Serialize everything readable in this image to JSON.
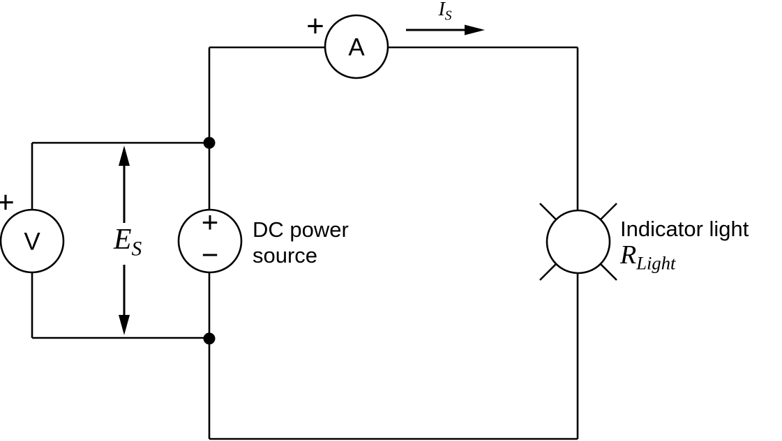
{
  "colors": {
    "line": "#000000",
    "background": "#ffffff"
  },
  "components": {
    "ammeter": {
      "letter": "A",
      "polarity": "+"
    },
    "voltmeter": {
      "letter": "V",
      "polarity": "+"
    },
    "dc_source": {
      "plus": "+",
      "minus": "−",
      "label_line1": "DC power",
      "label_line2": "source"
    },
    "indicator_light": {
      "label": "Indicator light",
      "resistance": {
        "base": "R",
        "sub": "Light"
      }
    }
  },
  "annotations": {
    "current": {
      "base": "I",
      "sub": "S"
    },
    "voltage": {
      "base": "E",
      "sub": "S"
    }
  }
}
